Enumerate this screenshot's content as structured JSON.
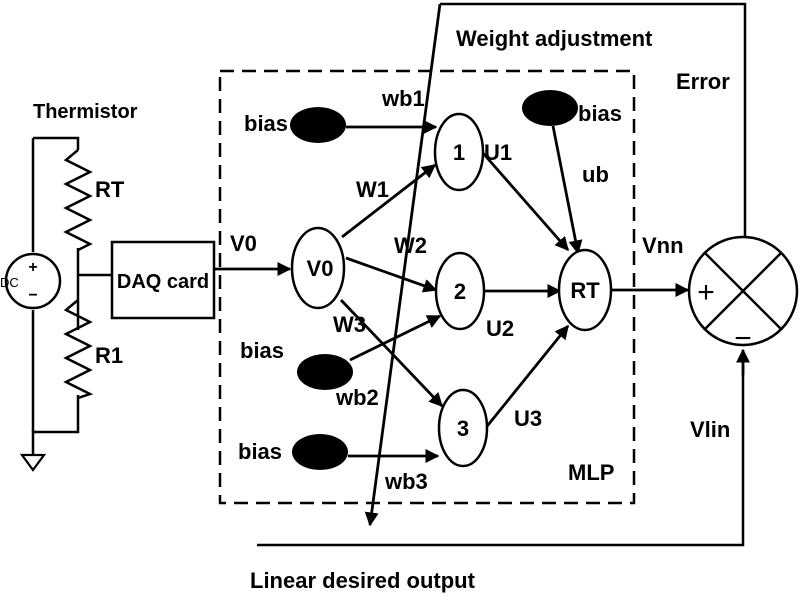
{
  "labels": {
    "weight_adjustment": "Weight adjustment",
    "error": "Error",
    "thermistor": "Thermistor",
    "rt_resistor": "RT",
    "r1_resistor": "R1",
    "dc": "DC",
    "daq_card": "DAQ card",
    "v0_signal": "V0",
    "mlp": "MLP",
    "linear_desired_output": "Linear desired output",
    "vnn": "Vnn",
    "vlin": "Vlin",
    "plus": "+",
    "minus": "−",
    "source_plus": "+",
    "source_minus": "−"
  },
  "nodes": {
    "input": "V0",
    "hidden1": "1",
    "hidden2": "2",
    "hidden3": "3",
    "output": "RT"
  },
  "bias": {
    "label": "bias"
  },
  "weights": {
    "w1": "W1",
    "w2": "W2",
    "w3": "W3",
    "u1": "U1",
    "u2": "U2",
    "u3": "U3",
    "wb1": "wb1",
    "wb2": "wb2",
    "wb3": "wb3",
    "ub": "ub"
  }
}
